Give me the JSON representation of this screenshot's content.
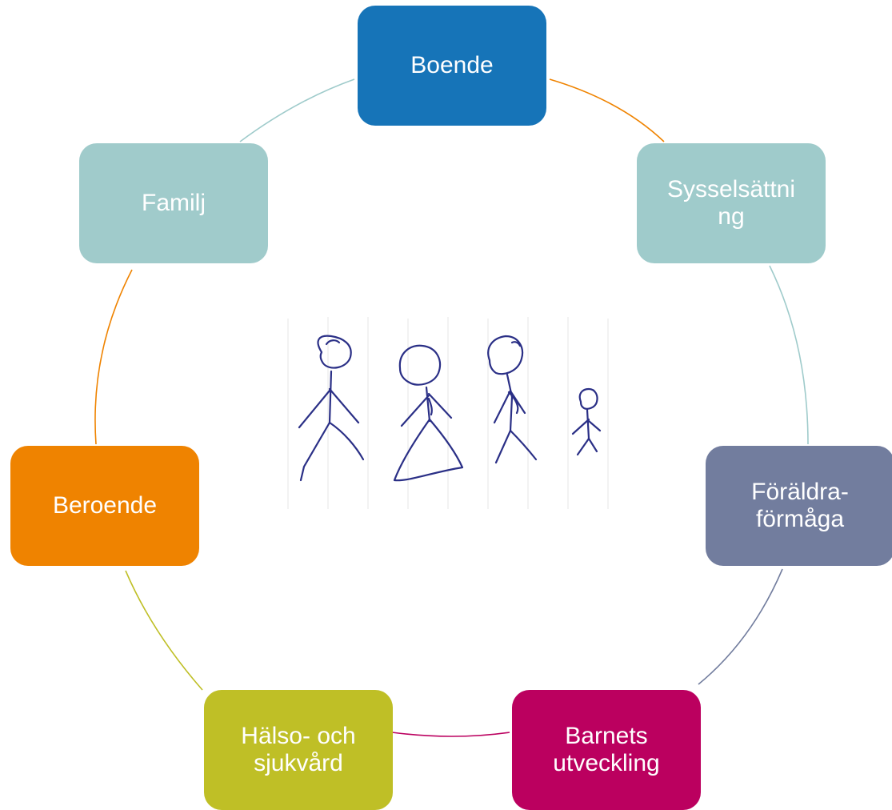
{
  "nodes": [
    {
      "id": "boende",
      "label": "Boende",
      "color": "#1674b8"
    },
    {
      "id": "syssel",
      "label": "Sysselsättni\nng",
      "color": "#9fcbcb"
    },
    {
      "id": "foralder",
      "label": "Föräldra-\nförmåga",
      "color": "#727d9e"
    },
    {
      "id": "barnets",
      "label": "Barnets\nutveckling",
      "color": "#bb005f"
    },
    {
      "id": "halso",
      "label": "Hälso- och\nsjukvård",
      "color": "#bfbf26"
    },
    {
      "id": "beroende",
      "label": "Beroende",
      "color": "#ef8300"
    },
    {
      "id": "familj",
      "label": "Familj",
      "color": "#a0cbcb"
    }
  ],
  "connector_colors": [
    "#ef8300",
    "#9fcbcb",
    "#727d9e",
    "#bb005f",
    "#bfbf26",
    "#ef8300",
    "#9fcbcb"
  ],
  "center_image": {
    "icon": "family-stick-figures-drawing",
    "stroke_color": "#2a2f86"
  }
}
